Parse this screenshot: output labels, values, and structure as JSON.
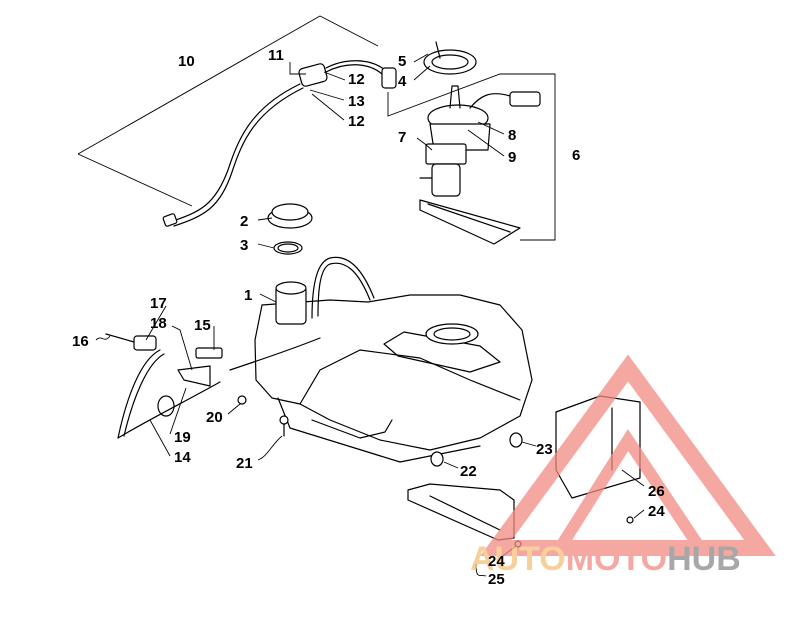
{
  "callouts": [
    {
      "id": "1",
      "label": "1"
    },
    {
      "id": "2",
      "label": "2"
    },
    {
      "id": "3",
      "label": "3"
    },
    {
      "id": "4",
      "label": "4"
    },
    {
      "id": "5",
      "label": "5"
    },
    {
      "id": "6",
      "label": "6"
    },
    {
      "id": "7",
      "label": "7"
    },
    {
      "id": "8",
      "label": "8"
    },
    {
      "id": "9",
      "label": "9"
    },
    {
      "id": "10",
      "label": "10"
    },
    {
      "id": "11",
      "label": "11"
    },
    {
      "id": "12a",
      "label": "12"
    },
    {
      "id": "13",
      "label": "13"
    },
    {
      "id": "12b",
      "label": "12"
    },
    {
      "id": "14",
      "label": "14"
    },
    {
      "id": "15",
      "label": "15"
    },
    {
      "id": "16",
      "label": "16"
    },
    {
      "id": "17",
      "label": "17"
    },
    {
      "id": "18",
      "label": "18"
    },
    {
      "id": "19",
      "label": "19"
    },
    {
      "id": "20",
      "label": "20"
    },
    {
      "id": "21",
      "label": "21"
    },
    {
      "id": "22",
      "label": "22"
    },
    {
      "id": "23",
      "label": "23"
    },
    {
      "id": "24a",
      "label": "24"
    },
    {
      "id": "24b",
      "label": "24"
    },
    {
      "id": "25",
      "label": "25"
    },
    {
      "id": "26",
      "label": "26"
    }
  ],
  "watermark": {
    "part1": "AUTO",
    "part2": "MOTO",
    "part3": "HUB",
    "color1": "#f3c07a",
    "color2": "#f28b82",
    "color3": "#8a8a8a",
    "triangle_color": "#f28b82"
  }
}
